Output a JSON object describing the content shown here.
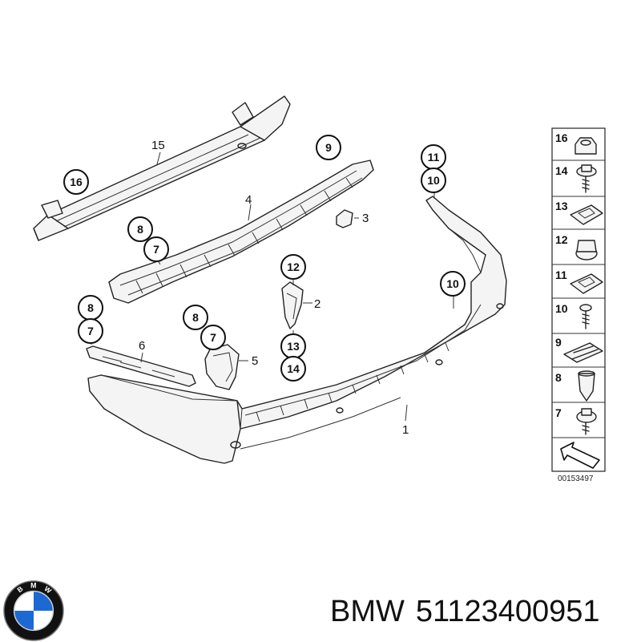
{
  "part_labels": [
    {
      "id": "1",
      "text": "1"
    },
    {
      "id": "2",
      "text": "2"
    },
    {
      "id": "3",
      "text": "3"
    },
    {
      "id": "4",
      "text": "4"
    },
    {
      "id": "5",
      "text": "5"
    },
    {
      "id": "6",
      "text": "6"
    },
    {
      "id": "15",
      "text": "15"
    }
  ],
  "callouts": [
    {
      "id": "c16",
      "text": "16"
    },
    {
      "id": "c9",
      "text": "9"
    },
    {
      "id": "c11",
      "text": "11"
    },
    {
      "id": "c10a",
      "text": "10"
    },
    {
      "id": "c8a",
      "text": "8"
    },
    {
      "id": "c7a",
      "text": "7"
    },
    {
      "id": "c12",
      "text": "12"
    },
    {
      "id": "c10b",
      "text": "10"
    },
    {
      "id": "c8b",
      "text": "8"
    },
    {
      "id": "c7b",
      "text": "7"
    },
    {
      "id": "c8c",
      "text": "8"
    },
    {
      "id": "c7c",
      "text": "7"
    },
    {
      "id": "c13",
      "text": "13"
    },
    {
      "id": "c14",
      "text": "14"
    }
  ],
  "legend": [
    {
      "number": "16",
      "icon": "nut-cap-icon"
    },
    {
      "number": "14",
      "icon": "screw-with-washer-icon"
    },
    {
      "number": "13",
      "icon": "spring-clip-icon"
    },
    {
      "number": "12",
      "icon": "nut-cap-icon"
    },
    {
      "number": "11",
      "icon": "spring-clip-icon"
    },
    {
      "number": "10",
      "icon": "screw-icon"
    },
    {
      "number": "9",
      "icon": "spring-nut-icon"
    },
    {
      "number": "8",
      "icon": "expanding-nut-icon"
    },
    {
      "number": "7",
      "icon": "screw-with-washer-icon"
    },
    {
      "number": "",
      "icon": "arrow-icon"
    }
  ],
  "drawing_number": "00153497",
  "caption": {
    "brand": "BMW",
    "part_number": "51123400951"
  },
  "logo": {
    "icon": "bmw-roundel-icon",
    "letters": "BMW",
    "colors": {
      "blue": "#1c69d4",
      "white": "#ffffff",
      "black": "#111111"
    }
  }
}
